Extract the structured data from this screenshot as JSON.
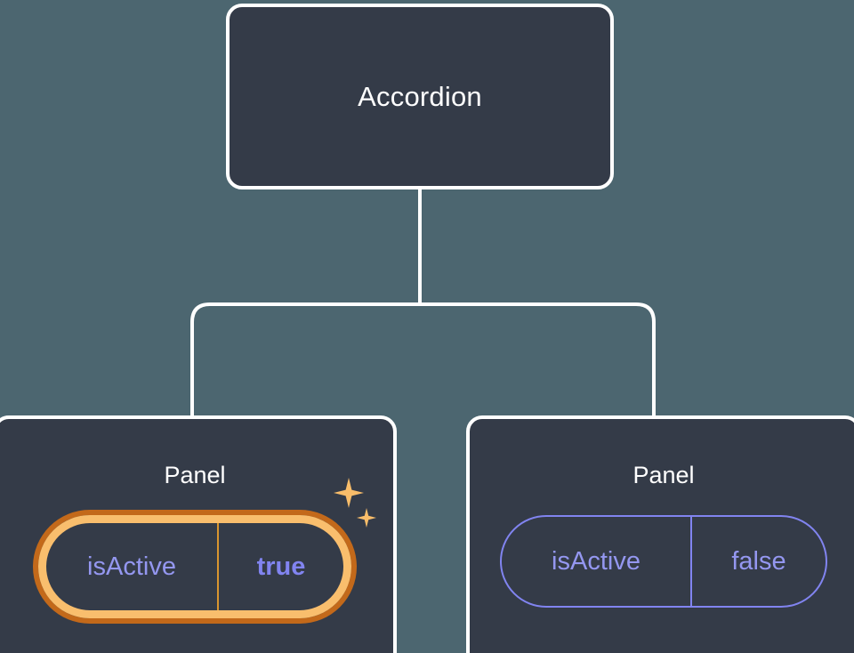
{
  "diagram": {
    "type": "component-tree",
    "background_color": "#4c6670",
    "node_background_color": "#343b48",
    "node_border_color": "#ffffff",
    "connector_color": "#ffffff",
    "prop_text_color": "#9497f0",
    "prop_border_color": "#8184f0",
    "highlight_inner_color": "#f9be6d",
    "highlight_outer_color": "#c3691a",
    "sparkle_color": "#f9bd6a"
  },
  "root": {
    "title": "Accordion"
  },
  "panels": [
    {
      "title": "Panel",
      "prop": {
        "key": "isActive",
        "value": "true"
      },
      "highlighted": true,
      "sparkle_large": "sparkle-icon",
      "sparkle_small": "sparkle-icon"
    },
    {
      "title": "Panel",
      "prop": {
        "key": "isActive",
        "value": "false"
      },
      "highlighted": false
    }
  ]
}
